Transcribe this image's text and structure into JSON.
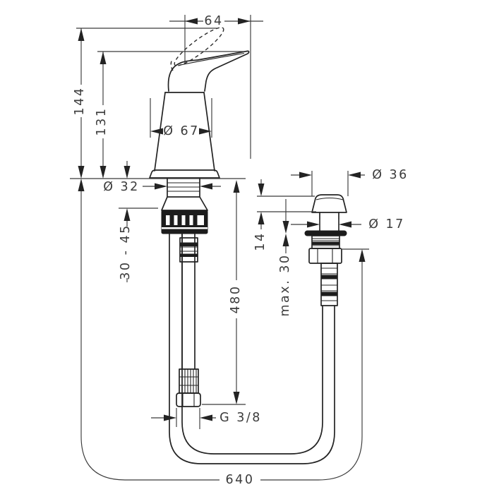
{
  "drawing": {
    "type": "faucet-installation-dimension-drawing",
    "units": "mm",
    "colors": {
      "line": "#232323",
      "text": "#3c3c3c",
      "background": "#ffffff"
    },
    "dims": {
      "lever_projection": "64",
      "total_height": "144",
      "lever_height": "131",
      "body_diameter": "Ø 67",
      "shank_diameter": "Ø 32",
      "deck_thickness_range": "30 - 45",
      "short_hose_length": "480",
      "thread": "G 3/8",
      "long_hose_length": "640",
      "knob_diameter": "Ø 36",
      "stem_diameter": "Ø 17",
      "knob_height": "14",
      "max_deck_thickness": "max. 30"
    }
  }
}
